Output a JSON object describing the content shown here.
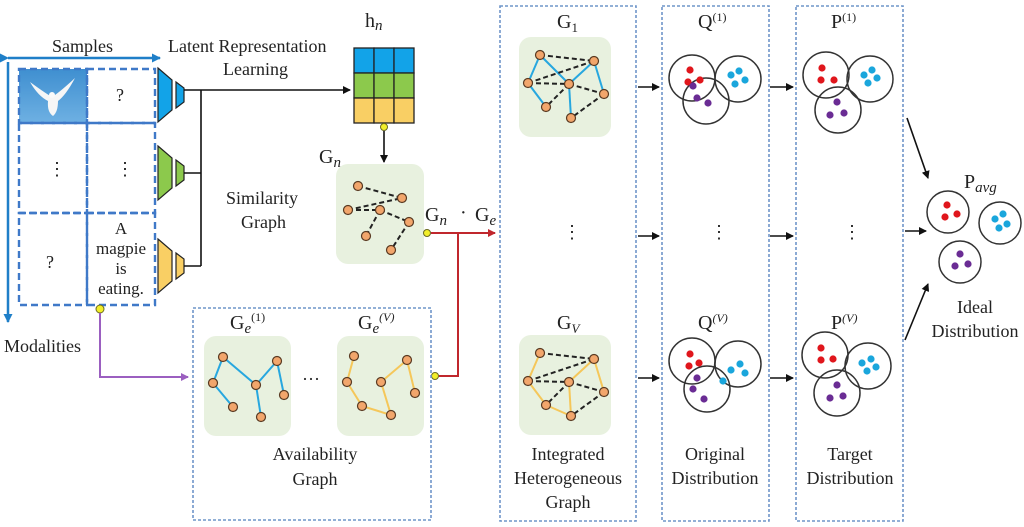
{
  "diagram": {
    "input": {
      "samples_label": "Samples",
      "modalities_label": "Modalities",
      "image_alt": "white dove photo",
      "missing_mark": "?",
      "ellipsis_vertical": "⋮",
      "text_sample": [
        "A",
        "magpie",
        "is",
        "eating."
      ]
    },
    "encoders": {
      "colors": [
        "#12a3e8",
        "#8cc94c",
        "#f9cf64"
      ]
    },
    "latent": {
      "label_line1": "Latent Representation",
      "label_line2": "Learning",
      "h_symbol": "h",
      "h_subscript": "n",
      "row_colors": [
        "#12a3e8",
        "#8cc94c",
        "#f9cf64"
      ]
    },
    "similarity": {
      "symbol": "G",
      "subscript": "n",
      "label_line1": "Similarity",
      "label_line2": "Graph"
    },
    "product": {
      "left_symbol": "G",
      "left_sub": "n",
      "dot": "·",
      "right_symbol": "G",
      "right_sub": "e"
    },
    "availability": {
      "first_symbol": "G",
      "first_sub": "e",
      "first_sup": "(1)",
      "last_symbol": "G",
      "last_sub": "e",
      "last_sup": "(V)",
      "ellipsis": "···",
      "label_line1": "Availability",
      "label_line2": "Graph"
    },
    "integrated": {
      "first_symbol": "G",
      "first_sub": "1",
      "last_symbol": "G",
      "last_sub": "V",
      "ellipsis": "⋮",
      "label_line1": "Integrated",
      "label_line2": "Heterogeneous",
      "label_line3": "Graph"
    },
    "original": {
      "first_symbol": "Q",
      "first_sup": "(1)",
      "last_symbol": "Q",
      "last_sup": "(V)",
      "ellipsis": "⋮",
      "label_line1": "Original",
      "label_line2": "Distribution"
    },
    "target": {
      "first_symbol": "P",
      "first_sup": "(1)",
      "last_symbol": "P",
      "last_sup": "(V)",
      "ellipsis": "⋮",
      "label_line1": "Target",
      "label_line2": "Distribution"
    },
    "ideal": {
      "symbol": "P",
      "subscript": "avg",
      "label_line1": "Ideal",
      "label_line2": "Distribution"
    },
    "colors": {
      "cluster_red": "#e0161c",
      "cluster_blue": "#1aa6dc",
      "cluster_purple": "#6a2c94",
      "link_red": "#c0272d",
      "link_purple": "#9b5fc0",
      "junction_yellow": "#f2ee2a"
    }
  }
}
